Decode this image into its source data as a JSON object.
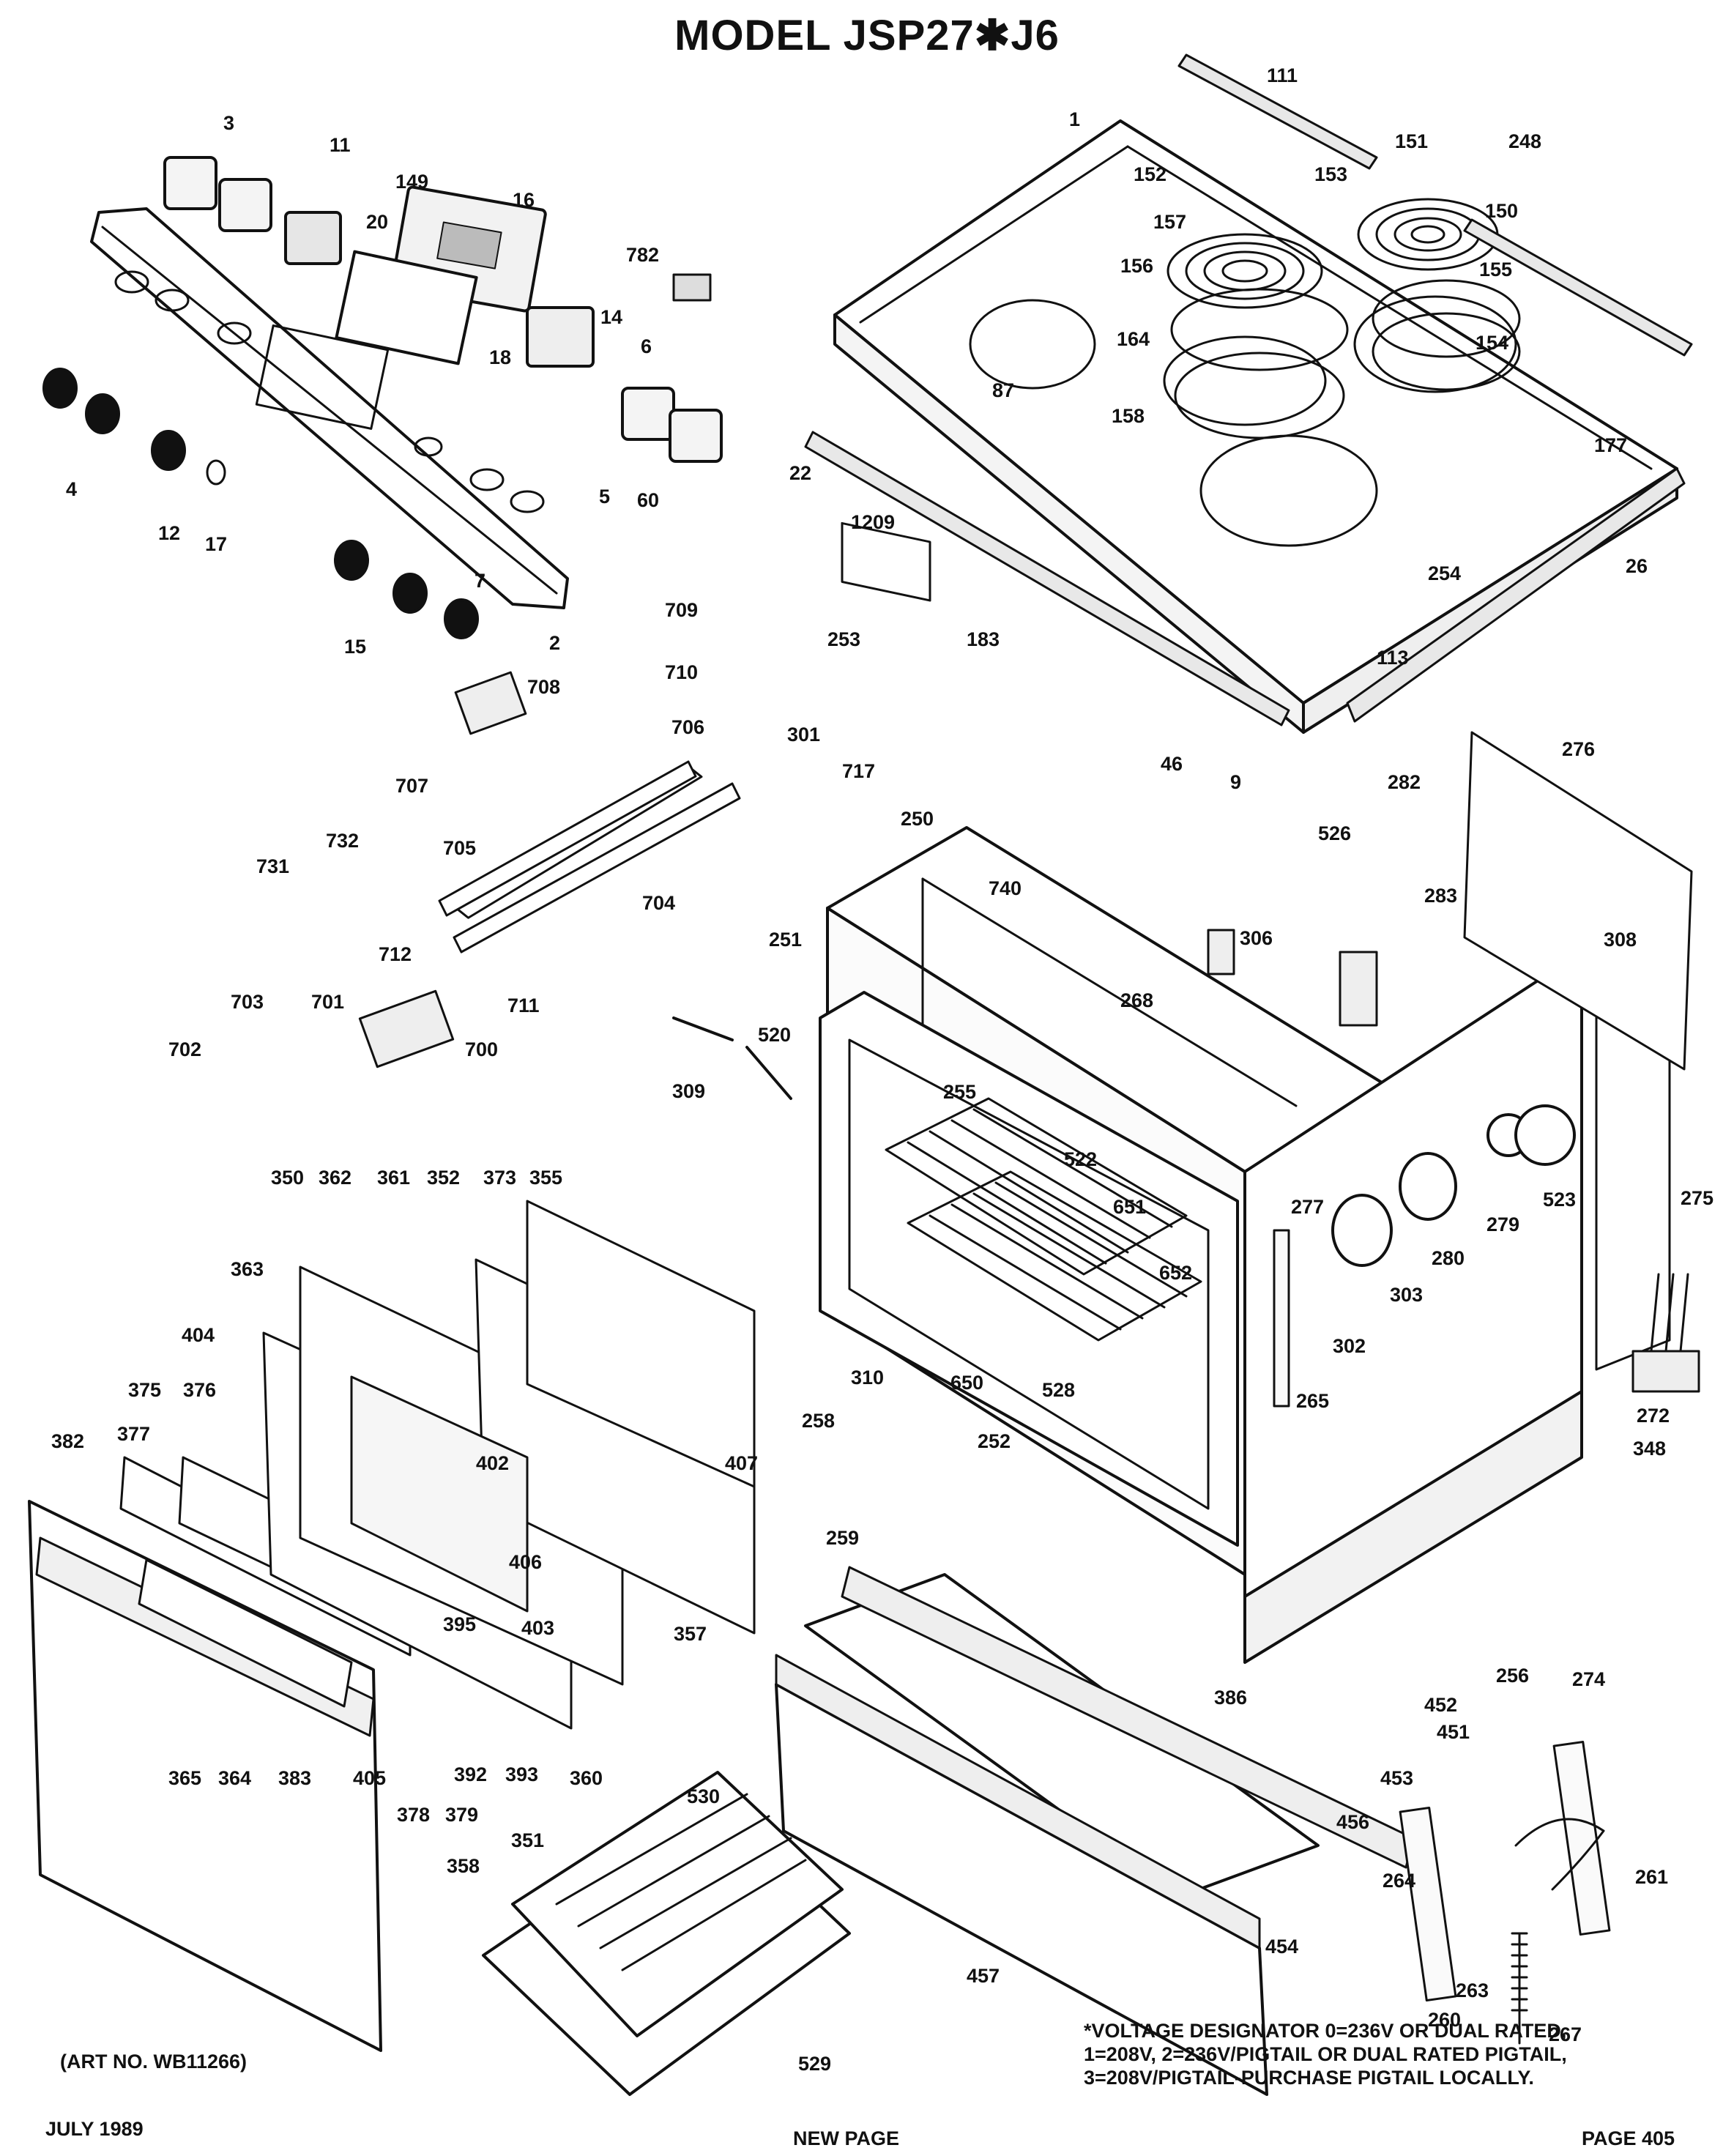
{
  "title": "MODEL JSP27✱J6",
  "art_no": "(ART NO. WB11266)",
  "voltage_note": [
    "*VOLTAGE DESIGNATOR 0=236V OR DUAL RATED,",
    "1=208V, 2=236V/PIGTAIL OR DUAL RATED PIGTAIL,",
    "3=208V/PIGTAIL-PURCHASE PIGTAIL LOCALLY."
  ],
  "footer": {
    "date": "JULY 1989",
    "center": "NEW PAGE",
    "page": "PAGE 405"
  },
  "parts": [
    "1",
    "2",
    "3",
    "4",
    "5",
    "6",
    "7",
    "9",
    "11",
    "12",
    "14",
    "15",
    "16",
    "17",
    "18",
    "20",
    "22",
    "26",
    "46",
    "60",
    "87",
    "111",
    "113",
    "149",
    "150",
    "151",
    "152",
    "153",
    "154",
    "155",
    "156",
    "157",
    "158",
    "164",
    "177",
    "183",
    "248",
    "250",
    "251",
    "252",
    "253",
    "254",
    "255",
    "256",
    "258",
    "259",
    "260",
    "261",
    "263",
    "264",
    "265",
    "267",
    "268",
    "272",
    "274",
    "275",
    "276",
    "277",
    "279",
    "280",
    "282",
    "283",
    "301",
    "302",
    "303",
    "306",
    "308",
    "309",
    "310",
    "348",
    "350",
    "351",
    "352",
    "355",
    "357",
    "358",
    "360",
    "361",
    "362",
    "363",
    "364",
    "365",
    "373",
    "375",
    "376",
    "377",
    "378",
    "379",
    "382",
    "383",
    "386",
    "392",
    "393",
    "395",
    "402",
    "403",
    "404",
    "405",
    "406",
    "407",
    "451",
    "452",
    "453",
    "454",
    "456",
    "457",
    "520",
    "522",
    "523",
    "526",
    "528",
    "529",
    "530",
    "650",
    "651",
    "652",
    "700",
    "701",
    "702",
    "703",
    "704",
    "705",
    "706",
    "707",
    "708",
    "709",
    "710",
    "711",
    "712",
    "717",
    "731",
    "732",
    "740",
    "782",
    "1209"
  ]
}
